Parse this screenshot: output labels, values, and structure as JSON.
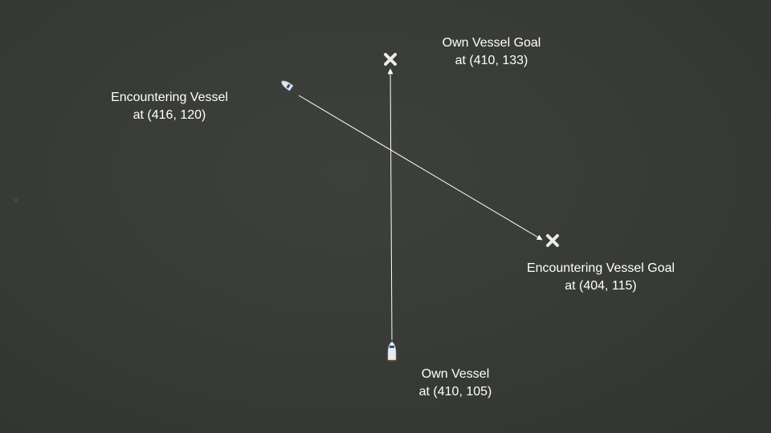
{
  "scene": {
    "background_color": "#373a36",
    "path_color": "#ffffff",
    "goal_marker_color": "#ececec"
  },
  "labels": {
    "own_vessel_goal": {
      "title": "Own Vessel Goal",
      "coords": "at (410, 133)"
    },
    "encountering_vessel": {
      "title": "Encountering Vessel",
      "coords": "at (416, 120)"
    },
    "encountering_vessel_goal": {
      "title": "Encountering Vessel Goal",
      "coords": "at (404, 115)"
    },
    "own_vessel": {
      "title": "Own Vessel",
      "coords": "at (410, 105)"
    }
  },
  "icons": {
    "own_vessel": "boat-icon",
    "encountering_vessel": "boat-icon",
    "goal": "x-mark-icon"
  }
}
